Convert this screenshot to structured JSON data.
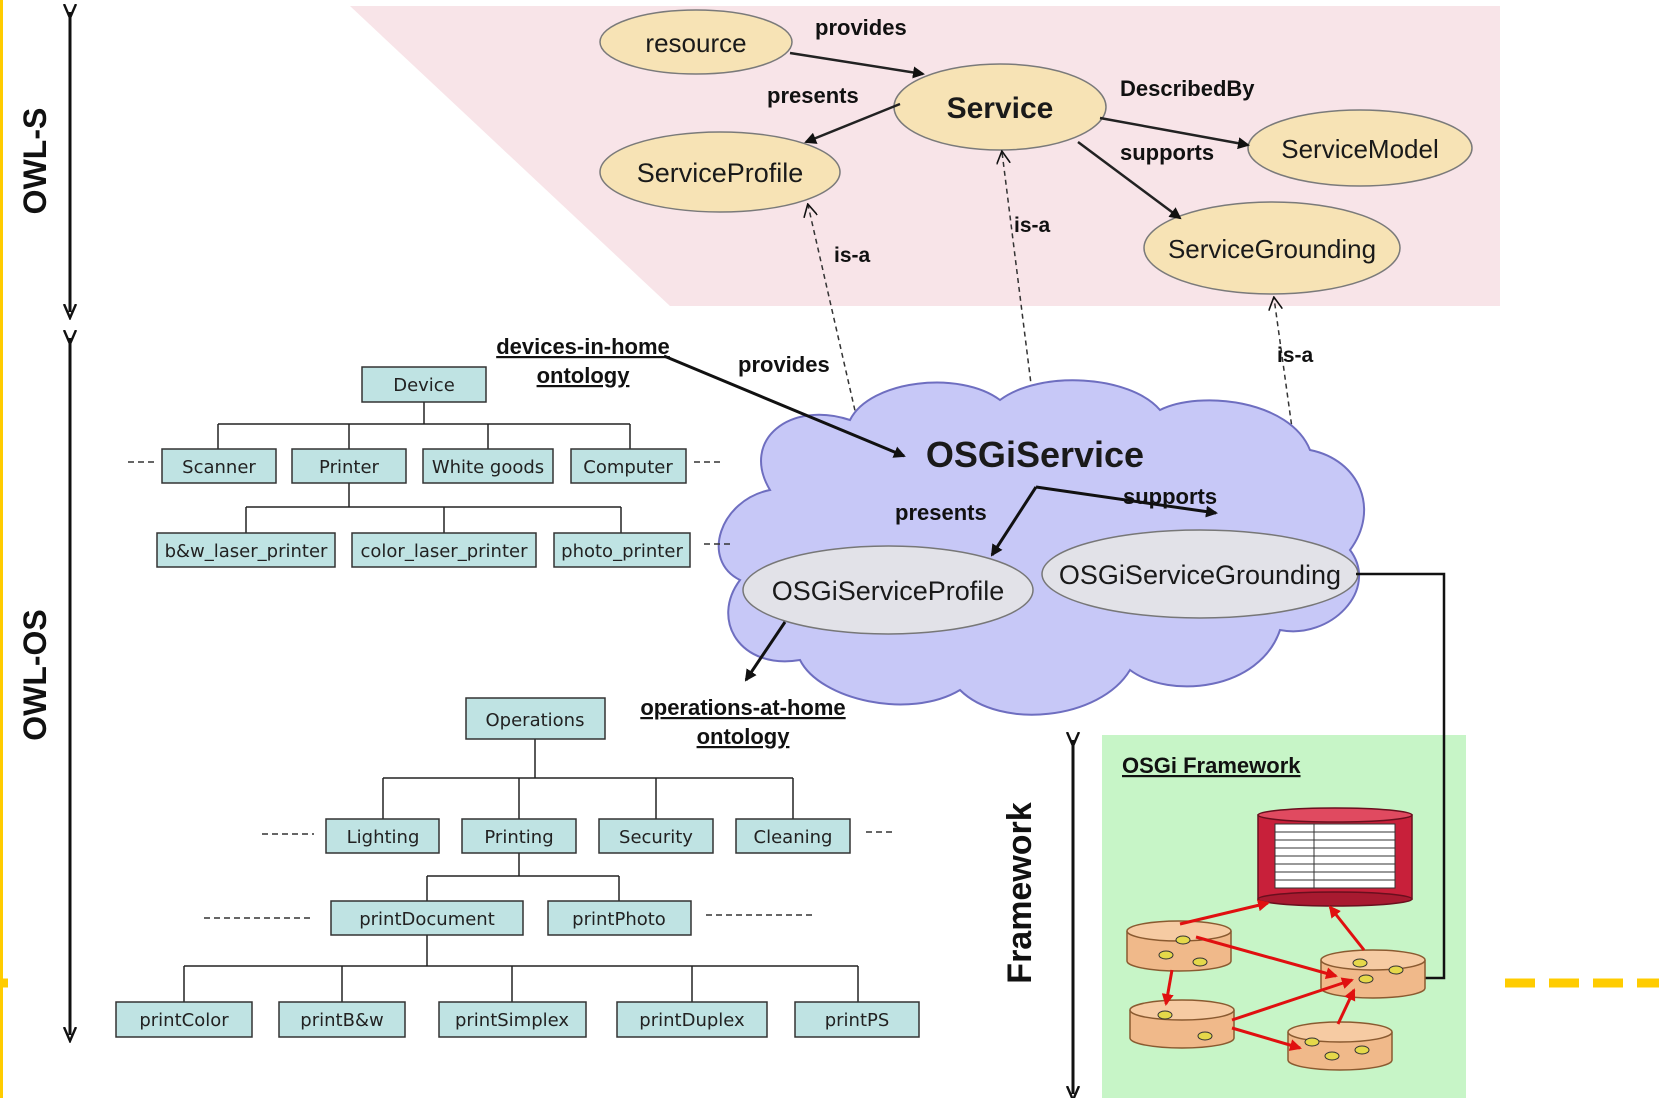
{
  "layers": {
    "owl_s": "OWL-S",
    "owl_os": "OWL-OS",
    "framework": "Framework"
  },
  "owls": {
    "resource": "resource",
    "service": "Service",
    "service_profile": "ServiceProfile",
    "service_model": "ServiceModel",
    "service_grounding": "ServiceGrounding",
    "provides": "provides",
    "presents": "presents",
    "described_by": "DescribedBy",
    "supports": "supports"
  },
  "isa": {
    "profile": "is-a",
    "service": "is-a",
    "grounding": "is-a"
  },
  "osgi": {
    "service": "OSGiService",
    "profile": "OSGiServiceProfile",
    "grounding": "OSGiServiceGrounding",
    "presents": "presents",
    "supports": "supports",
    "provides": "provides"
  },
  "ontologies": {
    "devices_line1": "devices-in-home",
    "devices_line2": "ontology",
    "operations_line1": "operations-at-home",
    "operations_line2": "ontology"
  },
  "device_tree": {
    "root": "Device",
    "level1": [
      "Scanner",
      "Printer",
      "White goods",
      "Computer"
    ],
    "level2": [
      "b&w_laser_printer",
      "color_laser_printer",
      "photo_printer"
    ]
  },
  "operations_tree": {
    "root": "Operations",
    "level1": [
      "Lighting",
      "Printing",
      "Security",
      "Cleaning"
    ],
    "level2": [
      "printDocument",
      "printPhoto"
    ],
    "level3": [
      "printColor",
      "printB&w",
      "printSimplex",
      "printDuplex",
      "printPS"
    ]
  },
  "framework_box": {
    "title": "OSGi Framework"
  },
  "colors": {
    "owls_bg": "#f8e4e8",
    "ellipse_fill": "#f7e3b5",
    "cloud_fill": "#c7c8f7",
    "osgi_ellipse": "#e2e2e8",
    "tree_box": "#bfe3e3",
    "framework_bg": "#c7f5c7",
    "bundle_fill": "#f0b98a",
    "registry_fill": "#c8203a",
    "accent_yellow": "#ffcc00"
  }
}
